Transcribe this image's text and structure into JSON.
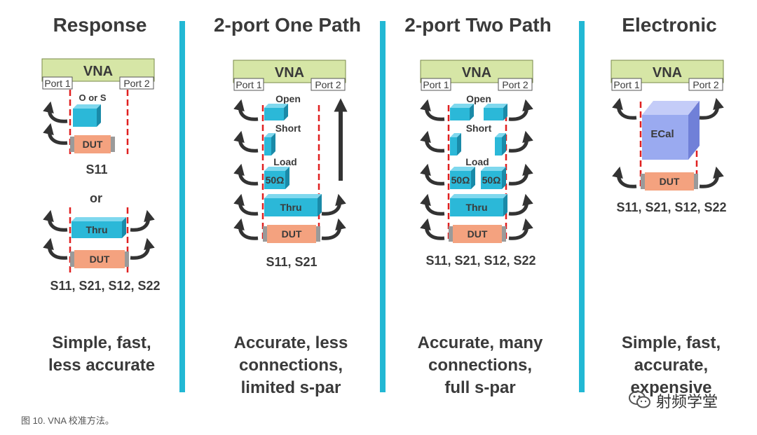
{
  "columns": [
    {
      "title": "Response",
      "summary": [
        "Simple, fast,",
        "less accurate"
      ]
    },
    {
      "title": "2-port One Path",
      "summary": [
        "Accurate, less",
        "connections,",
        "limited s-par"
      ]
    },
    {
      "title": "2-port Two Path",
      "summary": [
        "Accurate, many",
        "connections,",
        "full s-par"
      ]
    },
    {
      "title": "Electronic",
      "summary": [
        "Simple, fast,",
        "accurate,",
        "expensive"
      ]
    }
  ],
  "labels": {
    "vna": "VNA",
    "port1": "Port 1",
    "port2": "Port 2",
    "o_or_s": "O or S",
    "open": "Open",
    "short": "Short",
    "load": "Load",
    "ohm50": "50Ω",
    "thru": "Thru",
    "dut": "DUT",
    "ecal": "ECal",
    "or": "or"
  },
  "sparams": {
    "s11": "S11",
    "s11_s21": "S11, S21",
    "all": "S11, S21, S12, S22"
  },
  "caption": "图 10. VNA 校准方法。",
  "watermark": "射频学堂",
  "colors": {
    "vna_fill": "#d6e6a6",
    "vna_stroke": "#7a8a4a",
    "std_fill": "#2bb8d8",
    "std_top": "#7fd8ee",
    "std_side": "#1a8aa8",
    "dut_fill": "#f4a27f",
    "dut_cap": "#9a9a9a",
    "ecal_fill": "#9aaaf0",
    "ecal_top": "#c4ccf8",
    "ecal_side": "#7080d8",
    "divider": "#22b8d4",
    "refline": "#e02020",
    "arrow": "#333333",
    "text": "#3a3a3a"
  }
}
